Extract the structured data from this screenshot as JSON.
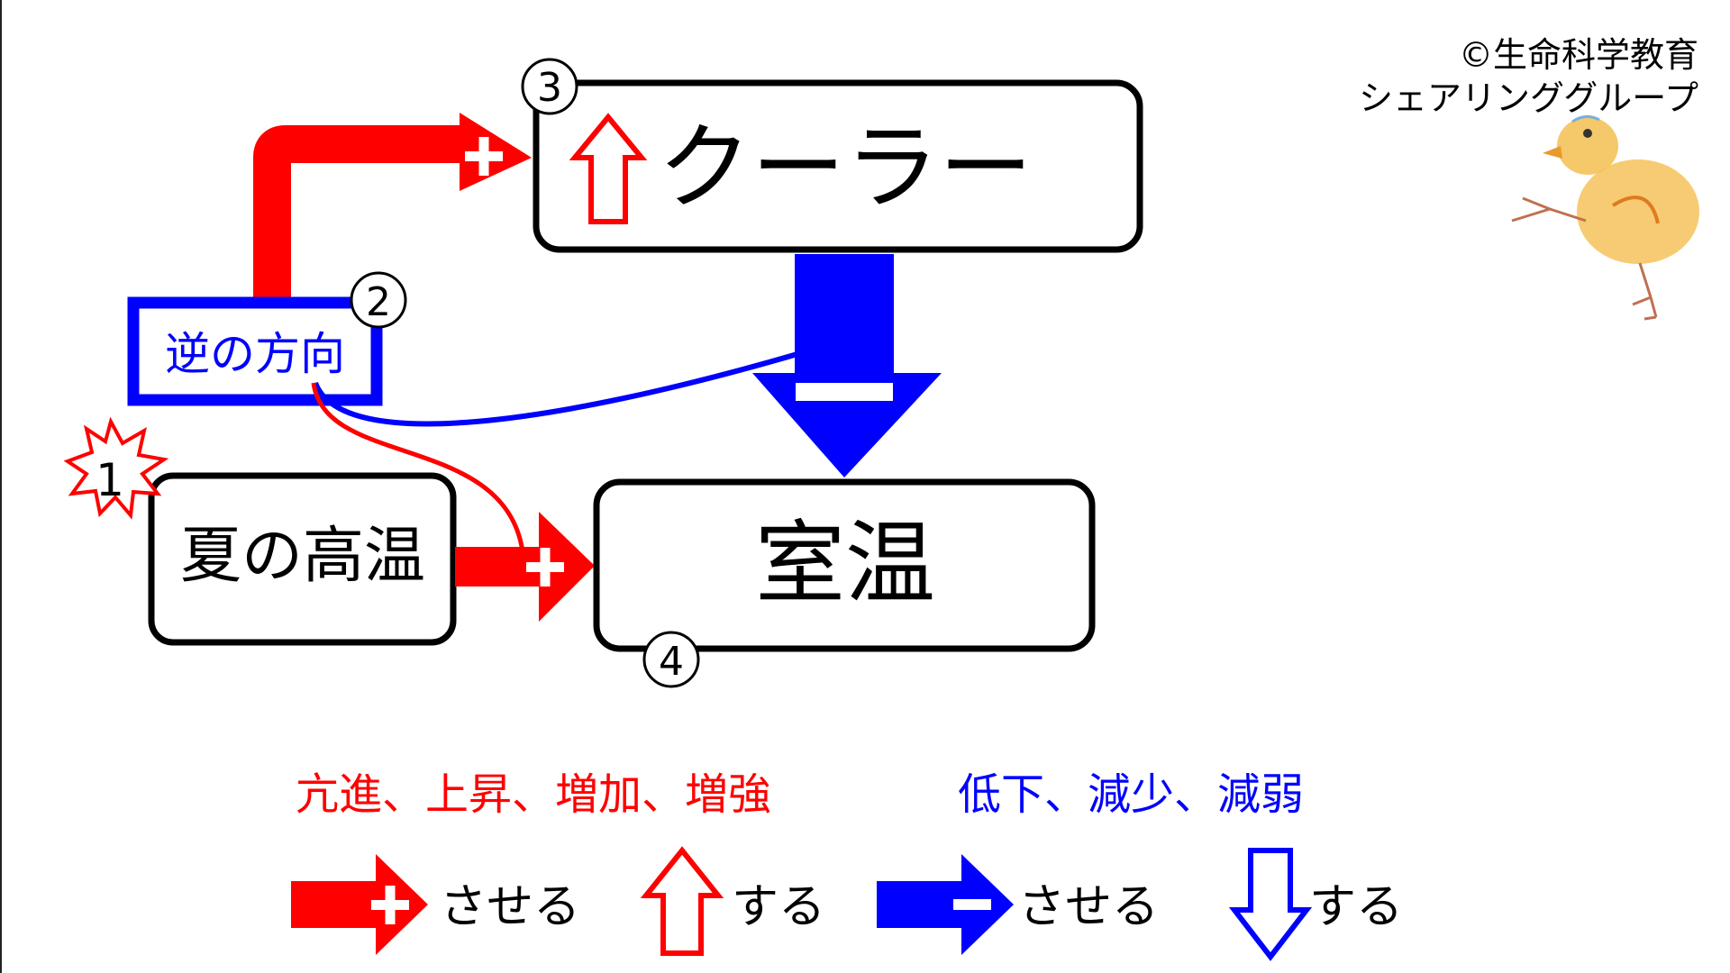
{
  "copyright": {
    "line1": "©生命科学教育",
    "line2": "シェアリンググループ"
  },
  "nodes": {
    "cooler": {
      "label": "クーラー",
      "number": "3"
    },
    "reverse": {
      "label": "逆の方向",
      "number": "2"
    },
    "summer_heat": {
      "label": "夏の高温",
      "number": "1"
    },
    "room_temp": {
      "label": "室温",
      "number": "4"
    }
  },
  "legend": {
    "increase_terms": "亢進、上昇、増加、増強",
    "decrease_terms": "低下、減少、減弱",
    "make_increase": "させる",
    "does_increase": "する",
    "make_decrease": "させる",
    "does_decrease": "する"
  },
  "colors": {
    "increase": "#ff0000",
    "decrease": "#0000ff",
    "outline": "#000000",
    "chick_body": "#f2b84b"
  },
  "icons": {
    "plus": "plus-sign-icon",
    "minus": "minus-sign-icon",
    "up": "up-arrow-icon",
    "down": "down-arrow-icon",
    "burst": "starburst-icon",
    "mascot": "chick-mascot-icon"
  }
}
